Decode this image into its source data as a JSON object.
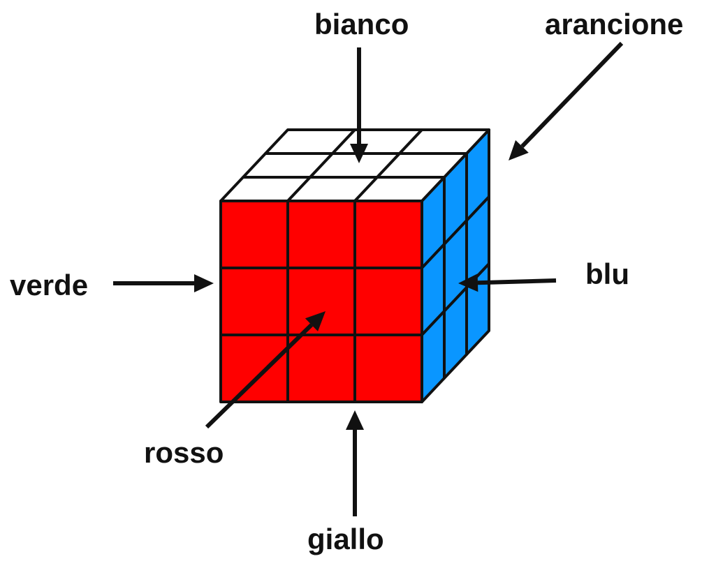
{
  "labels": {
    "top": "bianco",
    "back": "arancione",
    "left": "verde",
    "right": "blu",
    "front": "rosso",
    "bottom": "giallo"
  },
  "colors": {
    "front": "#ff0000",
    "right": "#0a96ff",
    "top": "#ffffff",
    "edge": "#111111",
    "arrow": "#111111"
  },
  "cube": {
    "grid": 3
  }
}
